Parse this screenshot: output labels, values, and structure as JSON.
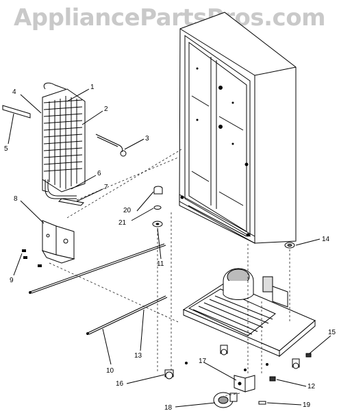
{
  "watermark": "AppliancePartsPros.com",
  "callouts": [
    "1",
    "2",
    "3",
    "4",
    "5",
    "6",
    "7",
    "8",
    "9",
    "10",
    "11",
    "12",
    "13",
    "14",
    "15",
    "16",
    "17",
    "18",
    "19",
    "20",
    "21"
  ]
}
